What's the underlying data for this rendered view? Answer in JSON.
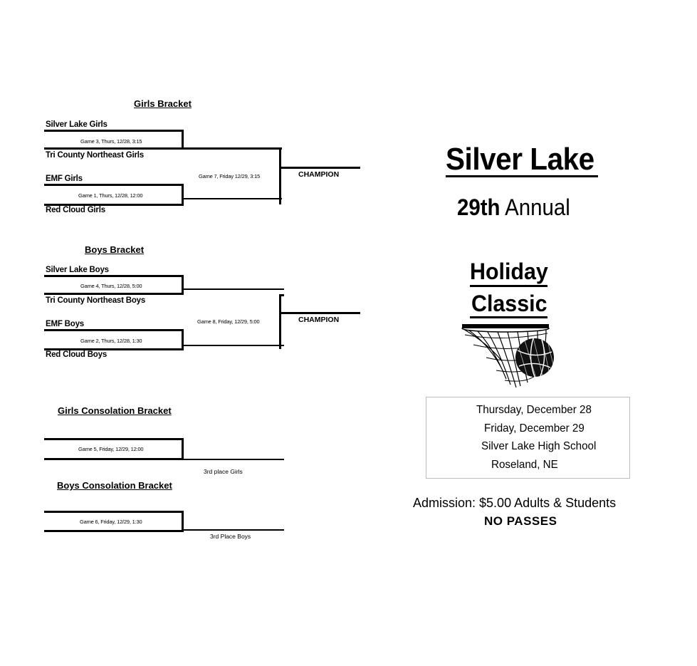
{
  "girls_bracket": {
    "title": "Girls Bracket",
    "teams": [
      "Silver Lake Girls",
      "Tri County Northeast Girls",
      "EMF Girls",
      "Red Cloud Girls"
    ],
    "games": [
      "Game 3, Thurs, 12/28, 3:15",
      "Game 1, Thurs, 12/28, 12:00"
    ],
    "final_game": "Game 7, Friday 12/29, 3:15",
    "champion": "CHAMPION"
  },
  "boys_bracket": {
    "title": "Boys Bracket",
    "teams": [
      "Silver Lake  Boys",
      "Tri County Northeast Boys",
      "EMF Boys",
      "Red Cloud Boys"
    ],
    "games": [
      "Game 4, Thurs, 12/28, 5:00",
      "Game 2, Thurs, 12/28, 1:30"
    ],
    "final_game": "Game 8, Friday, 12/29, 5:00",
    "champion": "CHAMPION"
  },
  "girls_consolation": {
    "title": "Girls Consolation Bracket",
    "game": "Game 5, Friday, 12/29, 12:00",
    "place": "3rd place Girls"
  },
  "boys_consolation": {
    "title": "Boys Consolation Bracket",
    "game": "Game 6, Friday, 12/29, 1:30",
    "place": "3rd Place Boys"
  },
  "event": {
    "title": "Silver  Lake",
    "edition_bold": "29th",
    "edition_rest": " Annual",
    "name_line1": "Holiday",
    "name_line2": "Classic",
    "dates": [
      "Thursday, December 28",
      "Friday, December 29",
      "Silver Lake High School",
      "Roseland, NE"
    ],
    "admission": "Admission: $5.00 Adults & Students",
    "no_passes": "NO PASSES"
  },
  "icons": {
    "basketball": "basketball-hoop-icon"
  }
}
